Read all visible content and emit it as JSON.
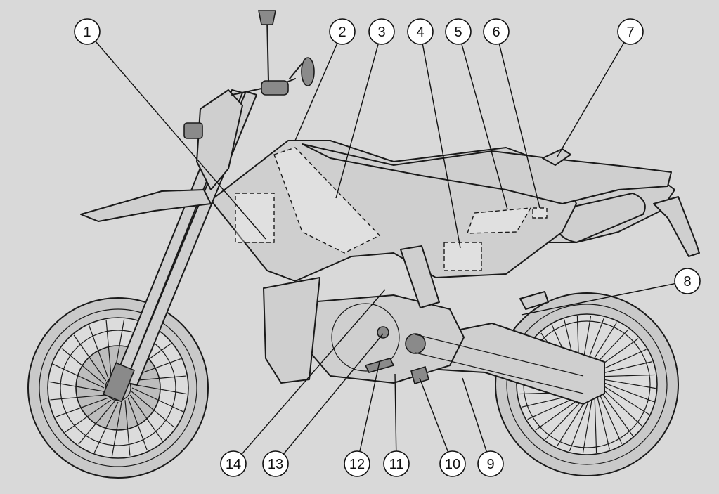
{
  "colors": {
    "background": "#d9d9d9",
    "bike_body": "#cfcfcf",
    "outline": "#1a1a1a",
    "callout_fill": "#ffffff"
  },
  "callouts": [
    {
      "label": "1"
    },
    {
      "label": "2"
    },
    {
      "label": "3"
    },
    {
      "label": "4"
    },
    {
      "label": "5"
    },
    {
      "label": "6"
    },
    {
      "label": "7"
    },
    {
      "label": "8"
    },
    {
      "label": "9"
    },
    {
      "label": "10"
    },
    {
      "label": "11"
    },
    {
      "label": "12"
    },
    {
      "label": "13"
    },
    {
      "label": "14"
    }
  ]
}
